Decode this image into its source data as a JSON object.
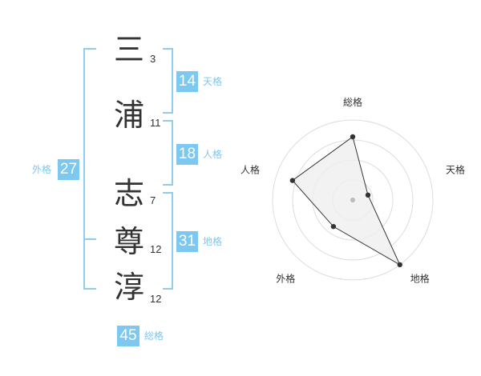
{
  "name": [
    {
      "char": "三",
      "strokes": "3"
    },
    {
      "char": "浦",
      "strokes": "11"
    },
    {
      "char": "志",
      "strokes": "7"
    },
    {
      "char": "尊",
      "strokes": "12"
    },
    {
      "char": "淳",
      "strokes": "12"
    }
  ],
  "fortunes": {
    "tenkaku": {
      "value": "14",
      "label": "天格"
    },
    "jinkaku": {
      "value": "18",
      "label": "人格"
    },
    "chikaku": {
      "value": "31",
      "label": "地格"
    },
    "gaikaku": {
      "value": "27",
      "label": "外格"
    },
    "soukaku": {
      "value": "45",
      "label": "総格"
    }
  },
  "chart_data": {
    "type": "radar",
    "axes": [
      "総格",
      "天格",
      "地格",
      "外格",
      "人格"
    ],
    "values": [
      0.79,
      0.2,
      1.0,
      0.41,
      0.79
    ],
    "rmax": 1,
    "rings": 4,
    "colors": {
      "fill": "#efefef",
      "line": "#333333",
      "grid": "#dddddd",
      "center": "#bbbbbb"
    }
  },
  "colors": {
    "accent": "#7cc8f0",
    "bracket": "#8ecdf0",
    "text": "#333333"
  }
}
